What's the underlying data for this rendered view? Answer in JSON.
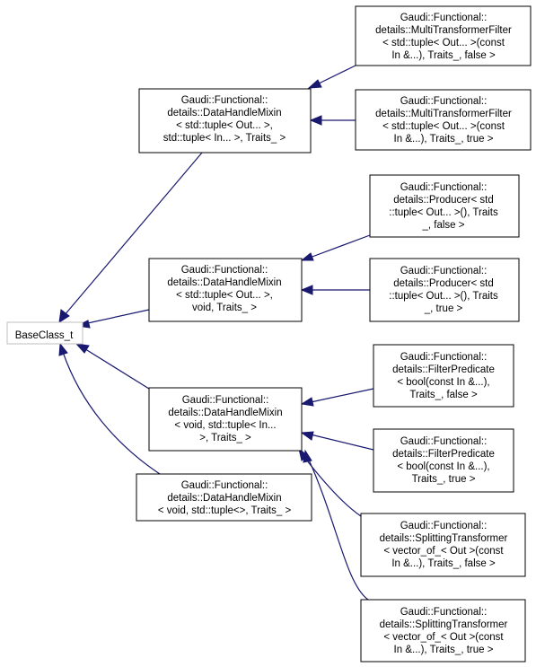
{
  "nodes": {
    "base": {
      "lines": [
        "BaseClass_t"
      ]
    },
    "mixin_out_in": {
      "lines": [
        "Gaudi::Functional::",
        "details::DataHandleMixin",
        "< std::tuple< Out... >,",
        "std::tuple< In... >, Traits_ >"
      ]
    },
    "mixin_out_void": {
      "lines": [
        "Gaudi::Functional::",
        "details::DataHandleMixin",
        "< std::tuple< Out... >,",
        "void, Traits_ >"
      ]
    },
    "mixin_void_in": {
      "lines": [
        "Gaudi::Functional::",
        "details::DataHandleMixin",
        "< void, std::tuple< In...",
        ">, Traits_ >"
      ]
    },
    "mixin_void_empty": {
      "lines": [
        "Gaudi::Functional::",
        "details::DataHandleMixin",
        "< void, std::tuple<>, Traits_ >"
      ]
    },
    "mtf_false": {
      "lines": [
        "Gaudi::Functional::",
        "details::MultiTransformerFilter",
        "< std::tuple< Out... >(const",
        "In &...), Traits_, false >"
      ]
    },
    "mtf_true": {
      "lines": [
        "Gaudi::Functional::",
        "details::MultiTransformerFilter",
        "< std::tuple< Out... >(const",
        "In &...), Traits_, true >"
      ]
    },
    "prod_false": {
      "lines": [
        "Gaudi::Functional::",
        "details::Producer< std",
        "::tuple< Out... >(), Traits",
        "_, false >"
      ]
    },
    "prod_true": {
      "lines": [
        "Gaudi::Functional::",
        "details::Producer< std",
        "::tuple< Out... >(), Traits",
        "_, true >"
      ]
    },
    "fp_false": {
      "lines": [
        "Gaudi::Functional::",
        "details::FilterPredicate",
        "< bool(const In &...),",
        "Traits_, false >"
      ]
    },
    "fp_true": {
      "lines": [
        "Gaudi::Functional::",
        "details::FilterPredicate",
        "< bool(const In &...),",
        "Traits_, true >"
      ]
    },
    "st_false": {
      "lines": [
        "Gaudi::Functional::",
        "details::SplittingTransformer",
        "< vector_of_< Out >(const",
        "In &...), Traits_, false >"
      ]
    },
    "st_true": {
      "lines": [
        "Gaudi::Functional::",
        "details::SplittingTransformer",
        "< vector_of_< Out >(const",
        "In &...), Traits_, true >"
      ]
    }
  },
  "colors": {
    "edge": "#191970",
    "box_border": "#000000",
    "base_border": "#bfbfbf"
  }
}
